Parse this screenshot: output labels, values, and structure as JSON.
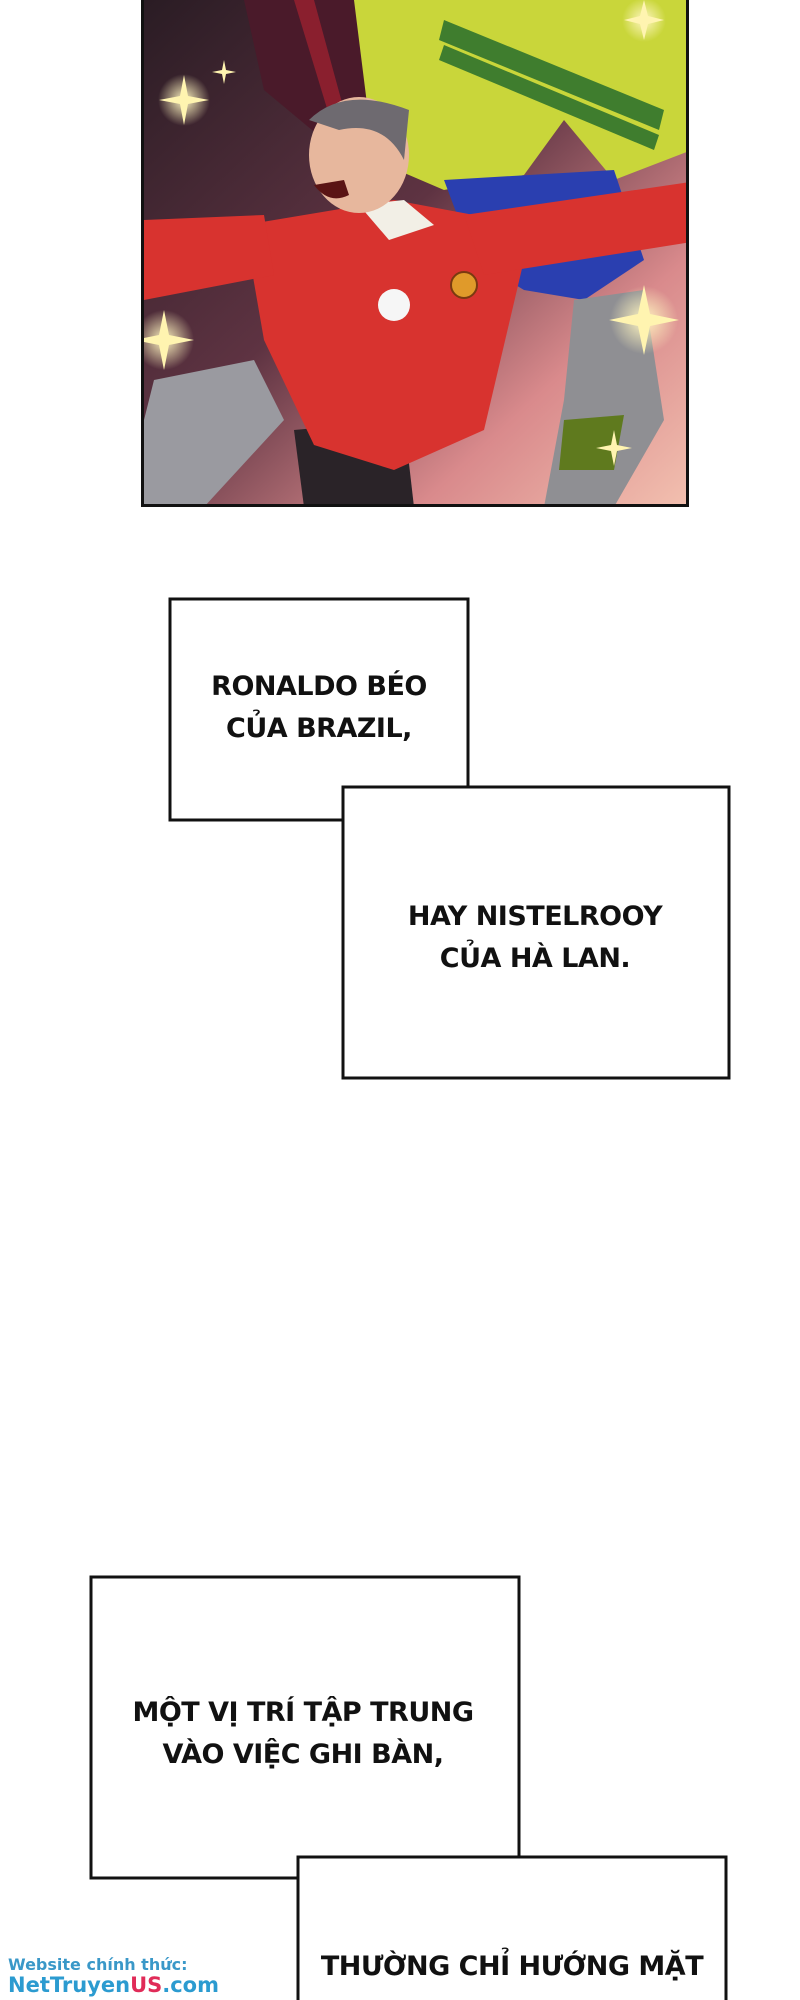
{
  "panel": {
    "image_alt": "Manga panel: goalkeeper in red jersey shouting and pointing, teammate in yellow-green jersey behind him, sparkles in background"
  },
  "captions": [
    {
      "line1": "RONALDO BÉO",
      "line2": "CỦA BRAZIL,"
    },
    {
      "line1": "HAY NISTELROOY",
      "line2": "CỦA HÀ LAN."
    },
    {
      "line1": "MỘT VỊ TRÍ TẬP TRUNG",
      "line2": "VÀO VIỆC GHI BÀN,"
    },
    {
      "line1": "THƯỜNG CHỈ HƯỚNG MẶT",
      "line2": ""
    }
  ],
  "watermark": {
    "top": "Website chính thức:",
    "brand_main": "NetTruyen",
    "brand_accent": "US",
    "brand_suffix": ".com"
  },
  "colors": {
    "jersey_red": "#d8332f",
    "jersey_yellow": "#c8d83a",
    "shorts_blue": "#2a3fb0",
    "watermark_blue": "#2b9bd0",
    "watermark_pink": "#e02b58"
  }
}
